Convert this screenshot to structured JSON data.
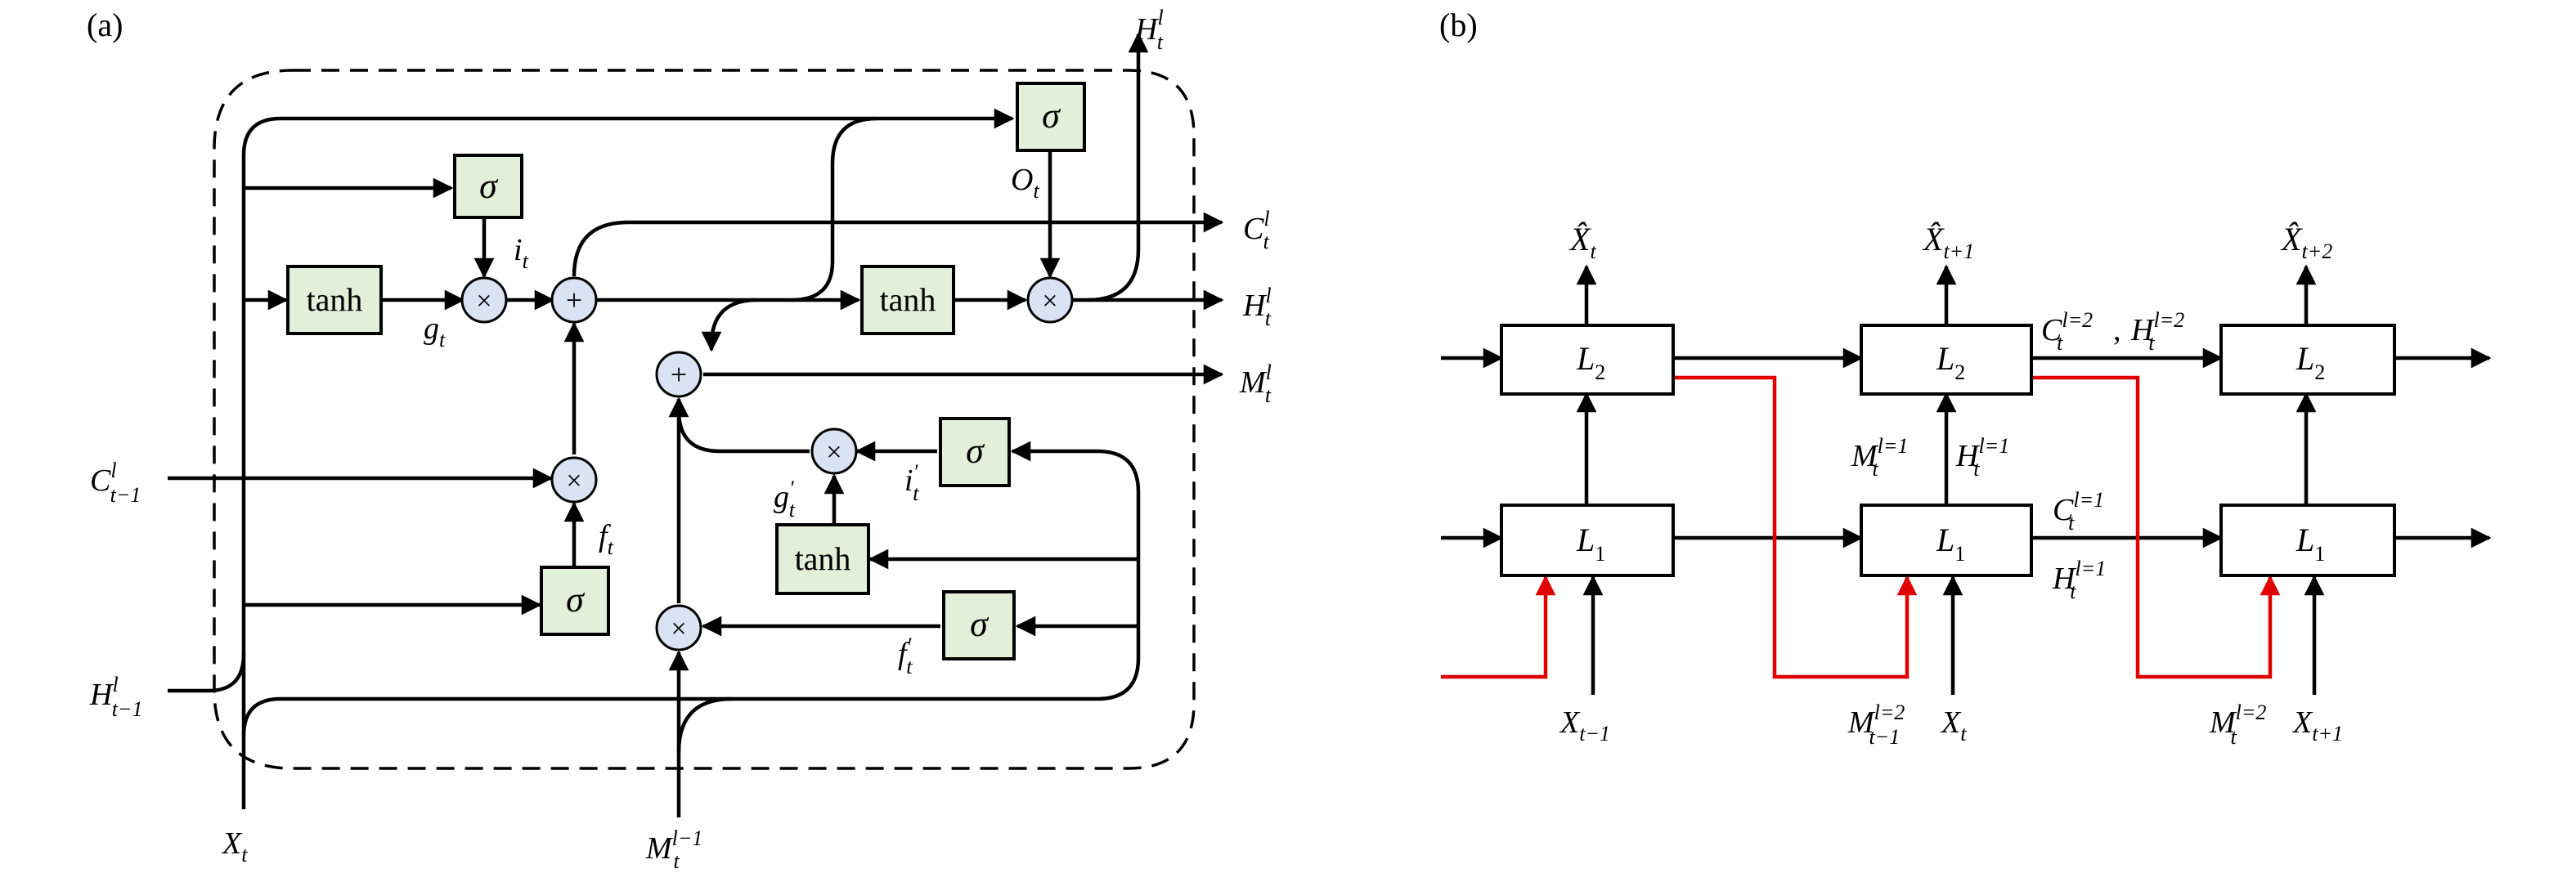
{
  "panel_a": {
    "tag": "(a)",
    "ops": {
      "mul": "×",
      "add": "+"
    },
    "gates": {
      "sigma_o": "σ",
      "sigma_i": "σ",
      "tanh_g": "tanh",
      "tanh_c": "tanh",
      "sigma_f": "σ",
      "sigma_i2": "σ",
      "tanh_g2": "tanh",
      "sigma_f2": "σ"
    },
    "labels": {
      "H_top": {
        "base": "H",
        "sup": "l",
        "sub": "t"
      },
      "O": {
        "base": "O",
        "sub": "t"
      },
      "i": {
        "base": "i",
        "sub": "t"
      },
      "g": {
        "base": "g",
        "sub": "t"
      },
      "f": {
        "base": "f",
        "sub": "t"
      },
      "C_out": {
        "base": "C",
        "sup": "l",
        "sub": "t"
      },
      "H_out": {
        "base": "H",
        "sup": "l",
        "sub": "t"
      },
      "M_out": {
        "base": "M",
        "sup": "l",
        "sub": "t"
      },
      "C_prev": {
        "base": "C",
        "sup": "l",
        "sub": "t−1"
      },
      "H_prev": {
        "base": "H",
        "sup": "l",
        "sub": "t−1"
      },
      "X_in": {
        "base": "X",
        "sub": "t"
      },
      "M_in": {
        "base": "M",
        "sup": "l−1",
        "sub": "t"
      },
      "i2": {
        "base": "i",
        "sup": "′",
        "sub": "t"
      },
      "g2": {
        "base": "g",
        "sup": "′",
        "sub": "t"
      },
      "f2": {
        "base": "f",
        "sup": "′",
        "sub": "t"
      }
    }
  },
  "panel_b": {
    "tag": "(b)",
    "blocks": {
      "L2": {
        "base": "L",
        "sub": "2"
      },
      "L1": {
        "base": "L",
        "sub": "1"
      }
    },
    "labels": {
      "Xhat_t": {
        "base": "X̂",
        "sub": "t"
      },
      "Xhat_t1": {
        "base": "X̂",
        "sub": "t+1"
      },
      "Xhat_t2": {
        "base": "X̂",
        "sub": "t+2"
      },
      "C_l2": {
        "base": "C",
        "sup": "l=2",
        "sub": "t"
      },
      "comma": ",",
      "H_l2": {
        "base": "H",
        "sup": "l=2",
        "sub": "t"
      },
      "M_l1": {
        "base": "M",
        "sup": "l=1",
        "sub": "t"
      },
      "H_l1_up": {
        "base": "H",
        "sup": "l=1",
        "sub": "t"
      },
      "C_l1": {
        "base": "C",
        "sup": "l=1",
        "sub": "t"
      },
      "H_l1": {
        "base": "H",
        "sup": "l=1",
        "sub": "t"
      },
      "X_t_1": {
        "base": "X",
        "sub": "t−1"
      },
      "M_l2_t_1": {
        "base": "M",
        "sup": "l=2",
        "sub": "t−1"
      },
      "X_t": {
        "base": "X",
        "sub": "t"
      },
      "M_l2_t": {
        "base": "M",
        "sup": "l=2",
        "sub": "t"
      },
      "X_t1": {
        "base": "X",
        "sub": "t+1"
      }
    },
    "colors": {
      "memory_flow": "#e00000"
    }
  }
}
